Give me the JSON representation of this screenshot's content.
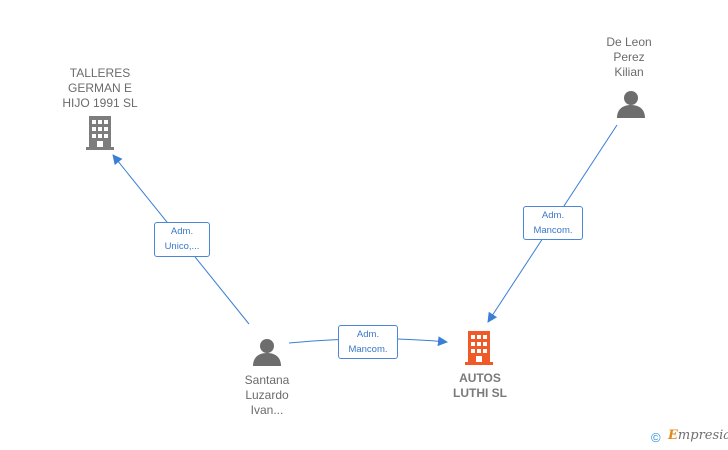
{
  "colors": {
    "edge": "#3a7fd5",
    "company_icon": "#7d7d7d",
    "main_company_icon": "#f05a28",
    "person_icon": "#6d6d6d",
    "label_text": "#6b6b6b"
  },
  "nodes": {
    "talleres": {
      "label": "TALLERES\nGERMAN E\nHIJO 1991  SL",
      "type": "company",
      "icon": "building-icon"
    },
    "autos": {
      "label": "AUTOS\nLUTHI  SL",
      "type": "company-main",
      "icon": "building-icon"
    },
    "deleon": {
      "label": "De Leon\nPerez\nKilian",
      "type": "person",
      "icon": "person-icon"
    },
    "santana": {
      "label": "Santana\nLuzardo\nIvan...",
      "type": "person",
      "icon": "person-icon"
    }
  },
  "edges": {
    "santana_talleres": {
      "label": "Adm.\nUnico,..."
    },
    "deleon_autos": {
      "label": "Adm.\nMancom."
    },
    "santana_autos": {
      "label": "Adm.\nMancom."
    }
  },
  "footer": {
    "copyright": "©",
    "brand_initial": "E",
    "brand_rest": "mpresia"
  }
}
